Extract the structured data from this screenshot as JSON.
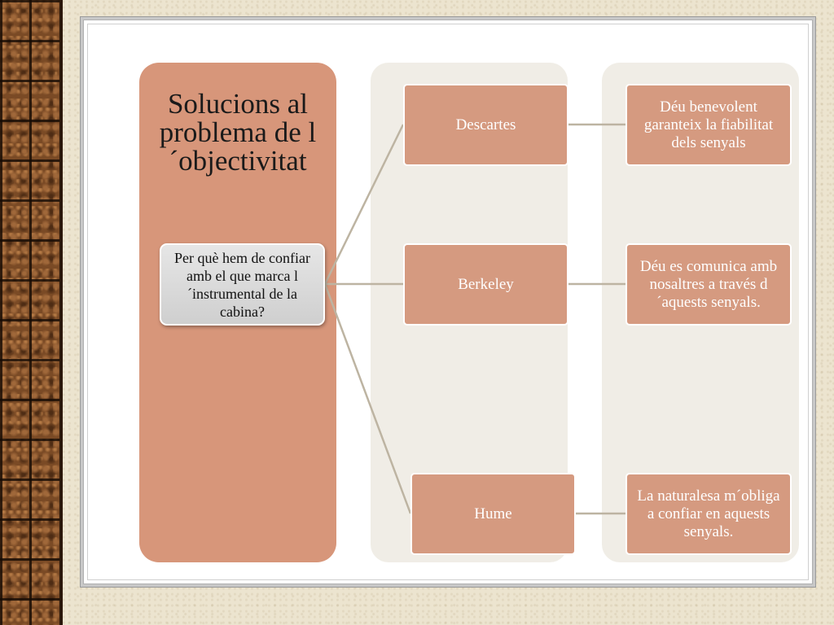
{
  "diagram": {
    "title": "Solucions al problema de l´objectivitat",
    "question": "Per què hem de confiar amb el que marca l´instrumental de la cabina?",
    "philosophers": [
      {
        "name": "Descartes",
        "solution": "Déu benevolent garanteix la fiabilitat dels senyals"
      },
      {
        "name": "Berkeley",
        "solution": "Déu es comunica amb nosaltres a través d´aquests senyals."
      },
      {
        "name": "Hume",
        "solution": "La naturalesa m´obliga a confiar en aquests senyals."
      }
    ]
  },
  "colors": {
    "left_column": "#d7967a",
    "node_fill": "#d59a80",
    "column_bg": "#f0ede6",
    "connector": "#bdb4a2"
  }
}
